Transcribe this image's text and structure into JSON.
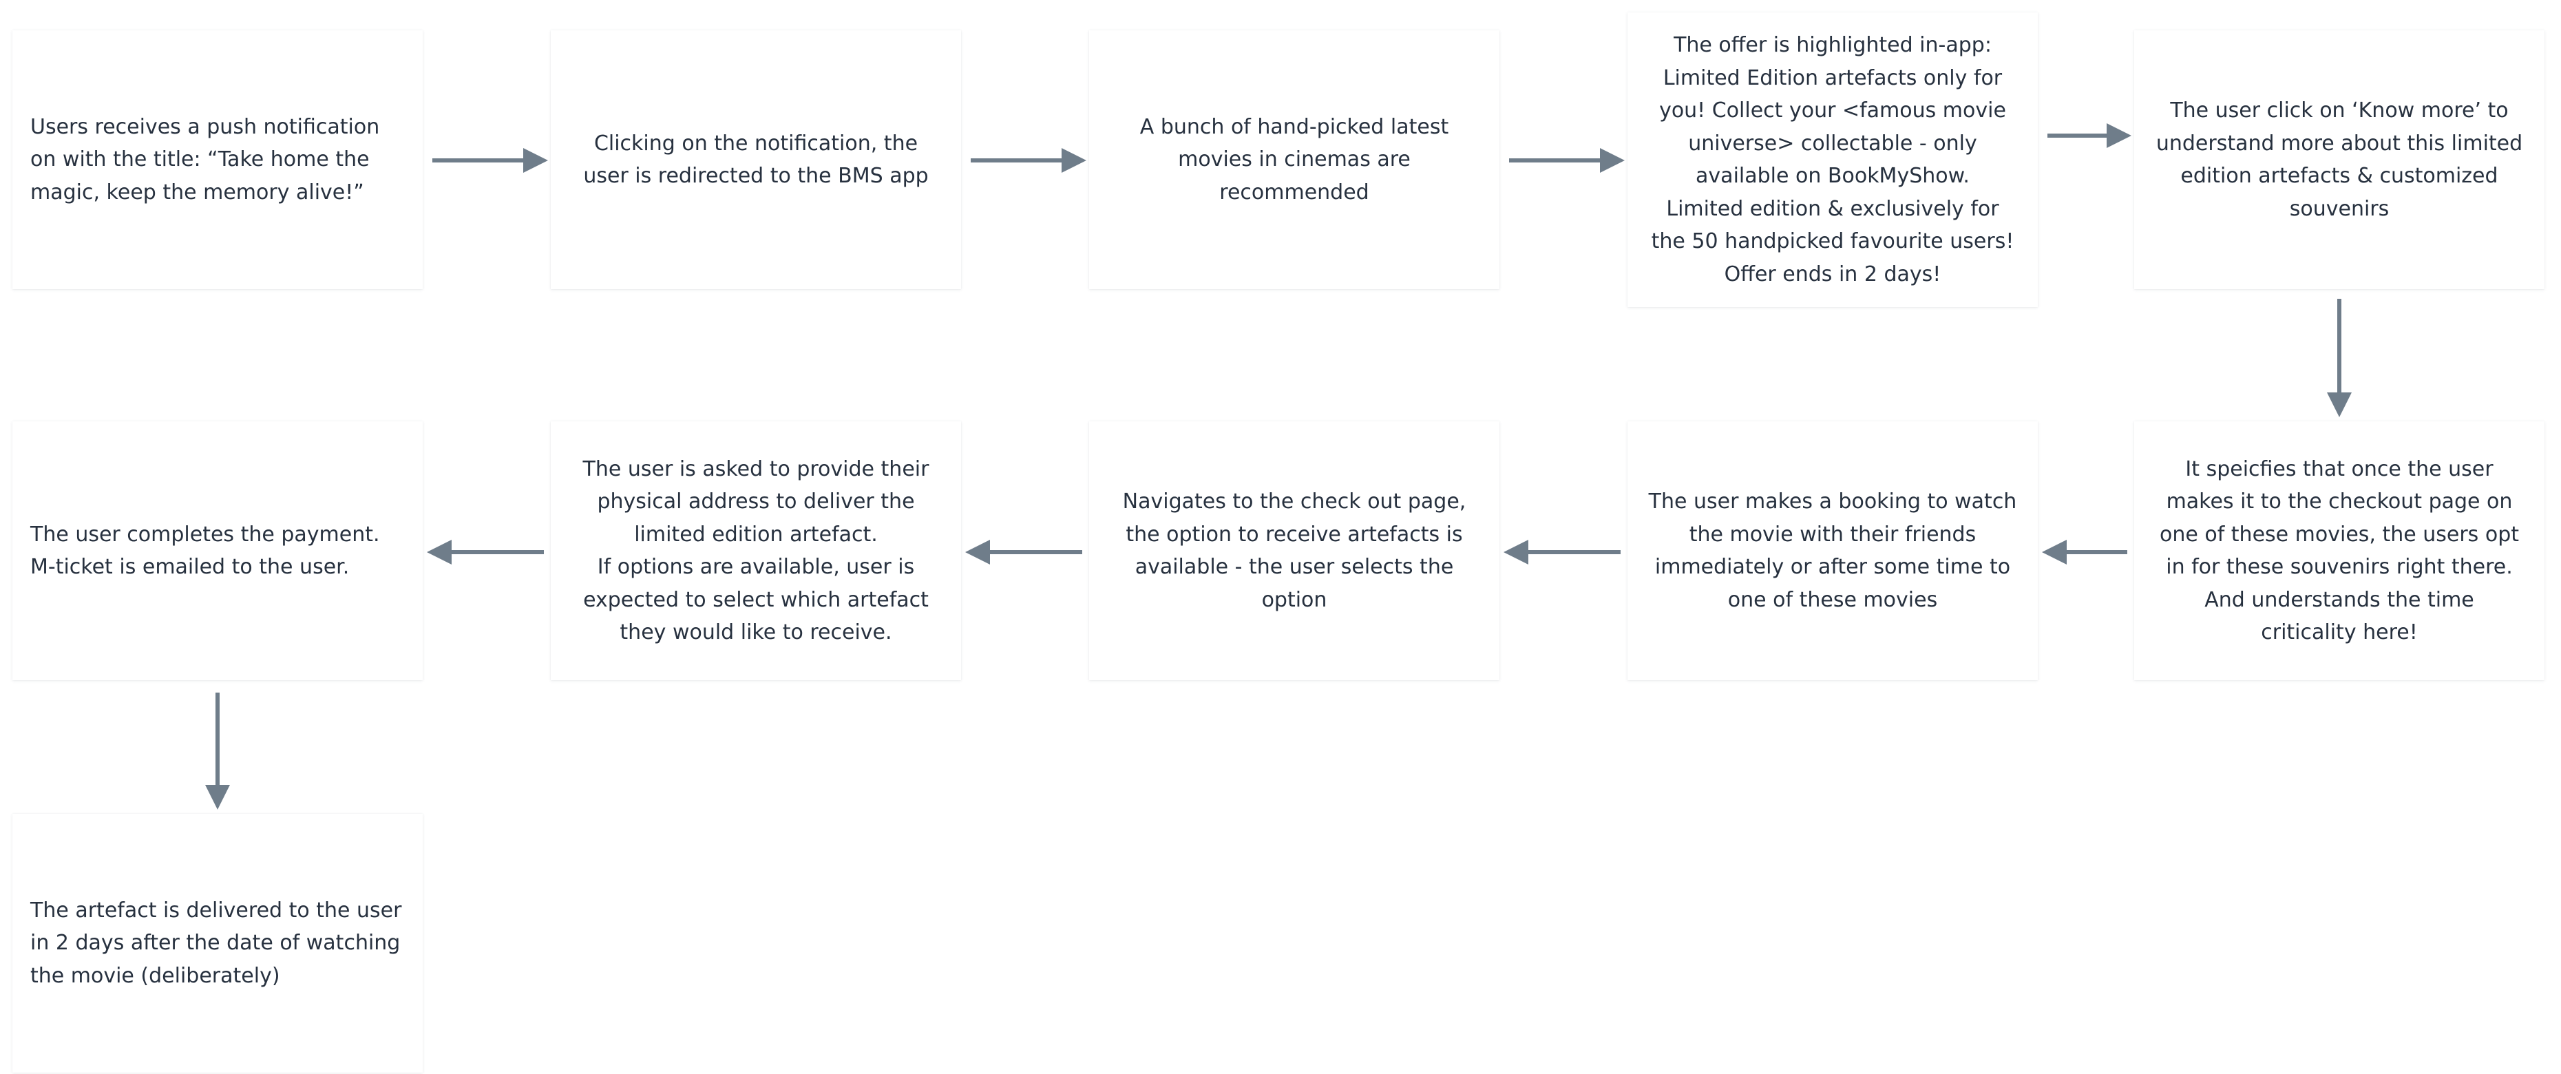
{
  "colors": {
    "arrow": "#6f7d8a",
    "text": "#27313f",
    "card": "#ffffff"
  },
  "nodes": [
    {
      "id": "push-notification",
      "text": "Users receives a push notification\non with the title: “Take home the\nmagic, keep the memory alive!”"
    },
    {
      "id": "redirect-app",
      "text": "Clicking on the notification, the\nuser is redirected to the BMS app"
    },
    {
      "id": "movies-recommended",
      "text": "A bunch of hand-picked latest\nmovies in cinemas are\nrecommended"
    },
    {
      "id": "offer-highlighted",
      "text": "The offer is highlighted in-app:\nLimited Edition artefacts only for\nyou! Collect your <famous movie\nuniverse> collectable - only\navailable on BookMyShow.\nLimited edition & exclusively for\nthe 50 handpicked favourite users!\nOffer ends in 2 days!"
    },
    {
      "id": "know-more",
      "text": "The user click on ‘Know more’ to\nunderstand more about this limited\nedition artefacts & customized\nsouvenirs"
    },
    {
      "id": "checkout-optin",
      "text": "It speicfies that once the user\nmakes it to the checkout page on\none of these movies, the users opt\nin for these souvenirs right there.\nAnd understands the time\ncriticality here!"
    },
    {
      "id": "booking",
      "text": "The user makes a booking to watch\nthe movie with their friends\nimmediately or after some time to\none of these movies"
    },
    {
      "id": "checkout-page",
      "text": "Navigates to the check out page,\nthe option to receive artefacts is\navailable - the user selects the\noption"
    },
    {
      "id": "physical-address",
      "text": "The user is asked to provide their\nphysical address to deliver the\nlimited edition artefact.\nIf options are available, user is\nexpected to select which artefact\nthey would like to receive."
    },
    {
      "id": "payment",
      "text": "The user completes the payment.\nM-ticket is emailed to the user."
    },
    {
      "id": "delivery",
      "text": "The artefact is delivered to the user\nin 2 days after the date of watching\nthe movie (deliberately)"
    }
  ]
}
